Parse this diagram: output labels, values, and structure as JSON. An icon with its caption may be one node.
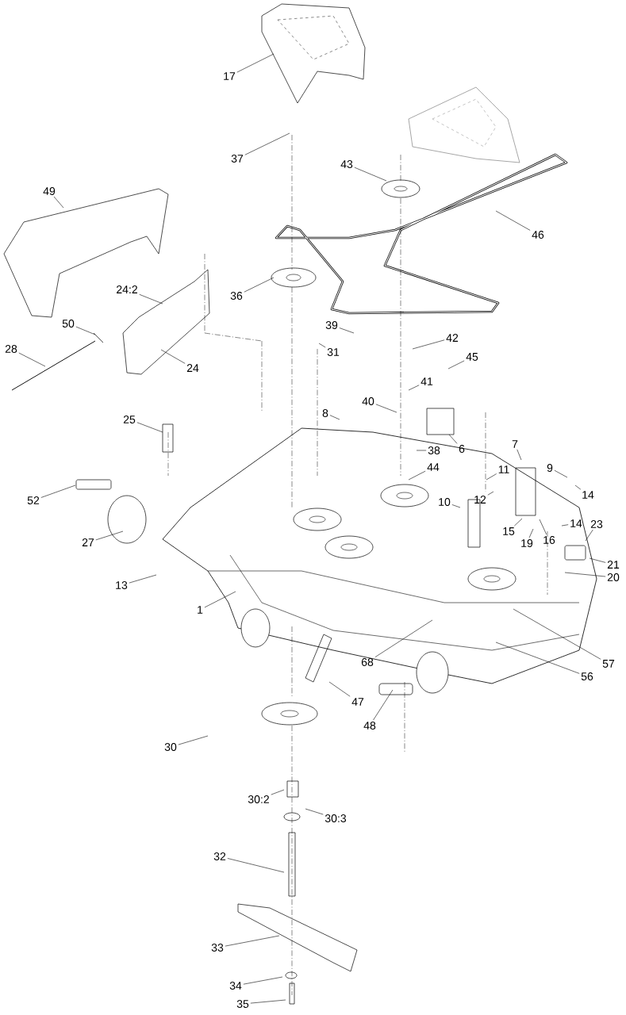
{
  "diagram": {
    "nodes": [
      {
        "text": [
          "17"
        ]
      },
      {
        "text": [
          "37"
        ]
      },
      {
        "text": [
          "43"
        ]
      },
      {
        "text": [
          "49"
        ]
      },
      {
        "text": [
          "46"
        ]
      },
      {
        "text": [
          "24:2"
        ]
      },
      {
        "text": [
          "36"
        ]
      },
      {
        "text": [
          "50"
        ]
      },
      {
        "text": [
          "39"
        ]
      },
      {
        "text": [
          "42"
        ]
      },
      {
        "text": [
          "28"
        ]
      },
      {
        "text": [
          "31"
        ]
      },
      {
        "text": [
          "24"
        ]
      },
      {
        "text": [
          "45"
        ]
      },
      {
        "text": [
          "41"
        ]
      },
      {
        "text": [
          "40"
        ]
      },
      {
        "text": [
          "8"
        ]
      },
      {
        "text": [
          "25"
        ]
      },
      {
        "text": [
          "6"
        ]
      },
      {
        "text": [
          "38"
        ]
      },
      {
        "text": [
          "7"
        ]
      },
      {
        "text": [
          "11"
        ]
      },
      {
        "text": [
          "9"
        ]
      },
      {
        "text": [
          "44"
        ]
      },
      {
        "text": [
          "52"
        ]
      },
      {
        "text": [
          "12"
        ]
      },
      {
        "text": [
          "14"
        ]
      },
      {
        "text": [
          "10"
        ]
      },
      {
        "text": [
          "14"
        ]
      },
      {
        "text": [
          "23"
        ]
      },
      {
        "text": [
          "15"
        ]
      },
      {
        "text": [
          "16"
        ]
      },
      {
        "text": [
          "27"
        ]
      },
      {
        "text": [
          "19"
        ]
      },
      {
        "text": [
          "21"
        ]
      },
      {
        "text": [
          "20"
        ]
      },
      {
        "text": [
          "13"
        ]
      },
      {
        "text": [
          "1"
        ]
      },
      {
        "text": [
          "57"
        ]
      },
      {
        "text": [
          "56"
        ]
      },
      {
        "text": [
          "68"
        ]
      },
      {
        "text": [
          "47"
        ]
      },
      {
        "text": [
          "48"
        ]
      },
      {
        "text": [
          "30"
        ]
      },
      {
        "text": [
          "30:2"
        ]
      },
      {
        "text": [
          "30:3"
        ]
      },
      {
        "text": [
          "32"
        ]
      },
      {
        "text": [
          "33"
        ]
      },
      {
        "text": [
          "34"
        ]
      },
      {
        "text": [
          "35"
        ]
      }
    ],
    "edges": [
      {
        "from": 0,
        "to": null,
        "arrow": "none"
      },
      {
        "from": 1,
        "to": null,
        "arrow": "none"
      },
      {
        "from": 2,
        "to": null,
        "arrow": "none"
      },
      {
        "from": 3,
        "to": null,
        "arrow": "none"
      },
      {
        "from": 4,
        "to": null,
        "arrow": "none"
      },
      {
        "from": 5,
        "to": null,
        "arrow": "none"
      },
      {
        "from": 6,
        "to": null,
        "arrow": "none"
      },
      {
        "from": 7,
        "to": null,
        "arrow": "none"
      },
      {
        "from": 8,
        "to": null,
        "arrow": "none"
      },
      {
        "from": 9,
        "to": null,
        "arrow": "none"
      },
      {
        "from": 10,
        "to": null,
        "arrow": "none"
      },
      {
        "from": 11,
        "to": null,
        "arrow": "none"
      },
      {
        "from": 12,
        "to": null,
        "arrow": "none"
      },
      {
        "from": 13,
        "to": null,
        "arrow": "none"
      },
      {
        "from": 14,
        "to": null,
        "arrow": "none"
      },
      {
        "from": 15,
        "to": null,
        "arrow": "none"
      },
      {
        "from": 16,
        "to": null,
        "arrow": "none"
      },
      {
        "from": 17,
        "to": null,
        "arrow": "none"
      },
      {
        "from": 18,
        "to": null,
        "arrow": "none"
      },
      {
        "from": 19,
        "to": null,
        "arrow": "none"
      },
      {
        "from": 20,
        "to": null,
        "arrow": "none"
      },
      {
        "from": 21,
        "to": null,
        "arrow": "none"
      },
      {
        "from": 22,
        "to": null,
        "arrow": "none"
      },
      {
        "from": 23,
        "to": null,
        "arrow": "none"
      },
      {
        "from": 24,
        "to": null,
        "arrow": "none"
      },
      {
        "from": 25,
        "to": null,
        "arrow": "none"
      },
      {
        "from": 26,
        "to": null,
        "arrow": "none"
      },
      {
        "from": 27,
        "to": null,
        "arrow": "none"
      },
      {
        "from": 28,
        "to": null,
        "arrow": "none"
      },
      {
        "from": 29,
        "to": null,
        "arrow": "none"
      },
      {
        "from": 30,
        "to": null,
        "arrow": "none"
      },
      {
        "from": 31,
        "to": null,
        "arrow": "none"
      },
      {
        "from": 32,
        "to": null,
        "arrow": "none"
      },
      {
        "from": 33,
        "to": null,
        "arrow": "none"
      },
      {
        "from": 34,
        "to": null,
        "arrow": "none"
      },
      {
        "from": 35,
        "to": null,
        "arrow": "none"
      },
      {
        "from": 36,
        "to": null,
        "arrow": "none"
      },
      {
        "from": 37,
        "to": null,
        "arrow": "none"
      },
      {
        "from": 38,
        "to": null,
        "arrow": "none"
      },
      {
        "from": 39,
        "to": null,
        "arrow": "none"
      },
      {
        "from": 40,
        "to": null,
        "arrow": "none"
      },
      {
        "from": 41,
        "to": null,
        "arrow": "none"
      },
      {
        "from": 42,
        "to": null,
        "arrow": "none"
      },
      {
        "from": 43,
        "to": null,
        "arrow": "none"
      },
      {
        "from": 44,
        "to": null,
        "arrow": "none"
      },
      {
        "from": 45,
        "to": null,
        "arrow": "none"
      },
      {
        "from": 46,
        "to": null,
        "arrow": "none"
      },
      {
        "from": 47,
        "to": null,
        "arrow": "none"
      },
      {
        "from": 48,
        "to": null,
        "arrow": "none"
      },
      {
        "from": 49,
        "to": null,
        "arrow": "none"
      }
    ]
  }
}
